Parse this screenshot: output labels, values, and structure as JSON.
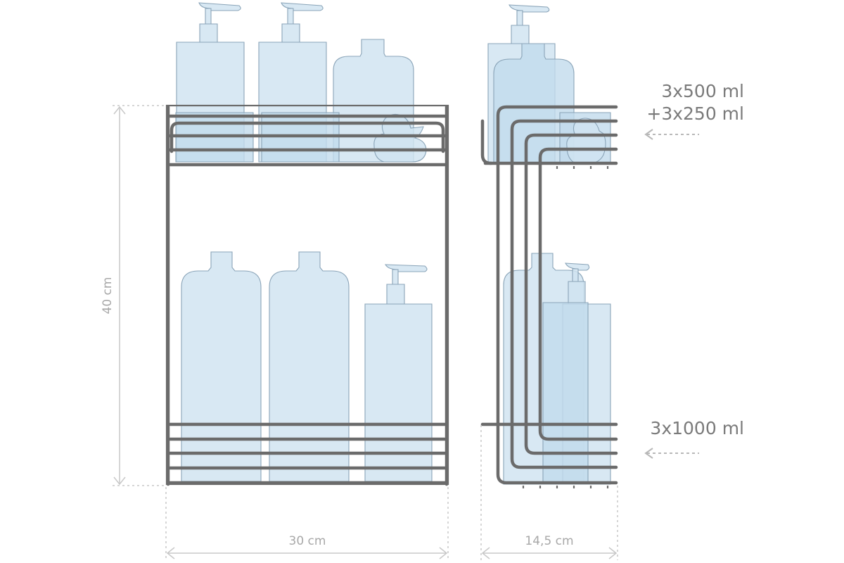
{
  "dimensions": {
    "height_label": "40 cm",
    "width_label": "30 cm",
    "depth_label": "14,5 cm"
  },
  "capacity": {
    "top_line1": "3x500 ml",
    "top_line2": "+3x250 ml",
    "bottom": "3x1000 ml"
  }
}
